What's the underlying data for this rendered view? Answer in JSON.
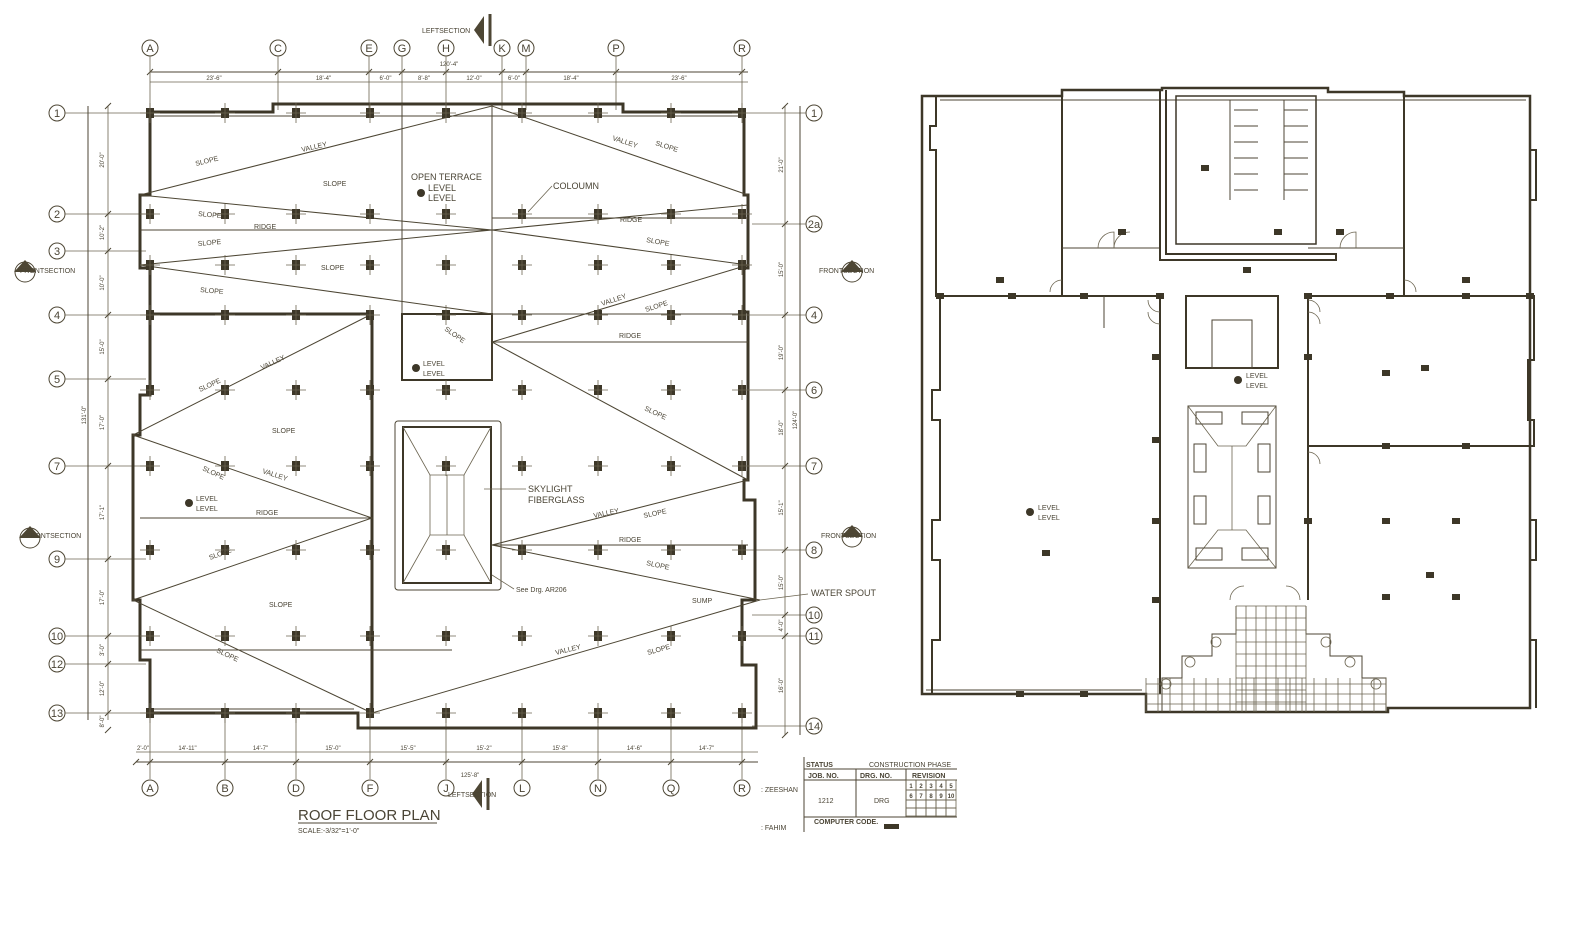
{
  "plan": {
    "title": "ROOF FLOOR PLAN",
    "scale": "SCALE:-3/32\"=1'-0\"",
    "top_grid": [
      "A",
      "C",
      "E",
      "G",
      "H",
      "K",
      "M",
      "P",
      "R"
    ],
    "bottom_grid": [
      "A",
      "B",
      "D",
      "F",
      "J",
      "L",
      "N",
      "Q",
      "R"
    ],
    "left_grid": [
      "1",
      "2",
      "3",
      "4",
      "5",
      "7",
      "9",
      "10",
      "12",
      "13"
    ],
    "right_grid": [
      "1",
      "2a",
      "4",
      "6",
      "7",
      "8",
      "10",
      "11",
      "14"
    ],
    "top_dims": [
      "23'-6\"",
      "18'-4\"",
      "6'-0\"",
      "8'-8\"",
      "12'-0\"",
      "6'-0\"",
      "18'-4\"",
      "23'-6\""
    ],
    "top_overall": "120'-4\"",
    "bottom_dims": [
      "2'-0\"",
      "14'-11\"",
      "14'-7\"",
      "15'-0\"",
      "15'-5\"",
      "15'-2\"",
      "15'-8\"",
      "14'-6\"",
      "14'-7\""
    ],
    "bottom_overall": "125'-8\"",
    "left_dims": [
      "20'-0\"",
      "10'-2\"",
      "10'-0\"",
      "15'-0\"",
      "17'-0\"",
      "17'-1\"",
      "17'-0\"",
      "3'-0\"",
      "12'-0\"",
      "8'-0\""
    ],
    "left_overall": "131'-0\"",
    "right_dims": [
      "21'-0\"",
      "15'-0\"",
      "19'-0\"",
      "18'-0\"",
      "15'-1\"",
      "15'-0\"",
      "4'-0\"",
      "16'-0\""
    ],
    "right_overall": "124'-0\"",
    "labels": {
      "slope": "SLOPE",
      "valley": "VALLEY",
      "ridge": "RIDGE",
      "level": "LEVEL",
      "open_terrace": "OPEN TERRACE",
      "column": "COLOUMN",
      "skylight_1": "SKYLIGHT",
      "skylight_2": "FIBERGLASS",
      "see_drg": "See Drg. AR206",
      "sump": "SUMP",
      "water_spout": "WATER SPOUT",
      "left_section": "LEFTSECTION",
      "front_section": "FRONTSECTION"
    }
  },
  "title_block": {
    "status": "STATUS",
    "phase": "CONSTRUCTION PHASE",
    "job_no_label": "JOB. NO.",
    "drg_no_label": "DRG. NO.",
    "revision_label": "REVISION",
    "job_no": "1212",
    "drg_no": "DRG",
    "revisions": [
      "1",
      "2",
      "3",
      "4",
      "5",
      "6",
      "7",
      "8",
      "9",
      "10"
    ],
    "computer_code": "COMPUTER CODE.",
    "drawn_by": ": ZEESHAN",
    "checked_by": ": FAHIM"
  },
  "right_plan": {
    "level": "LEVEL"
  }
}
